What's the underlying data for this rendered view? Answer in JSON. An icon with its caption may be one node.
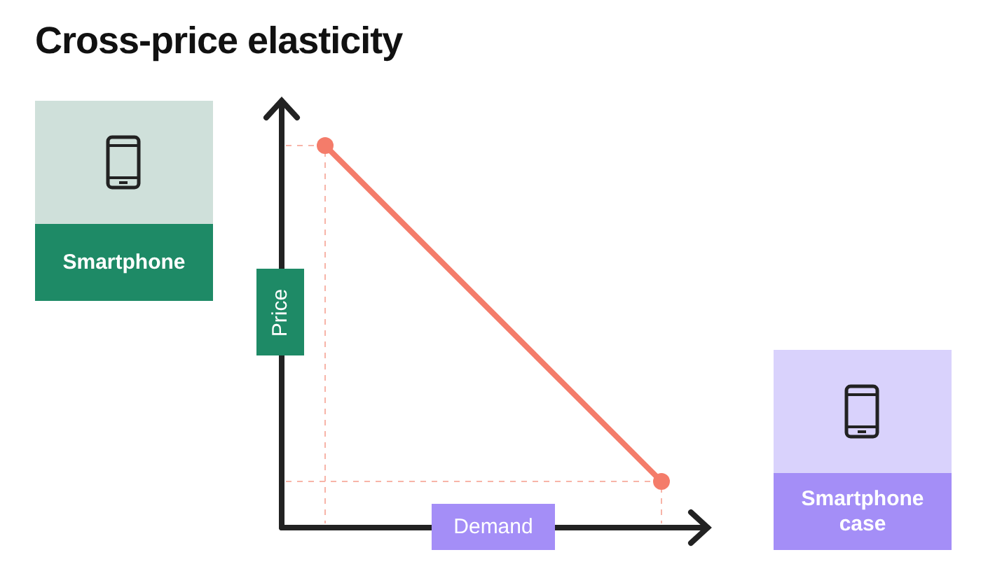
{
  "diagram": {
    "title": "Cross-price elasticity",
    "nodes": [
      {
        "text": [
          "Smartphone"
        ]
      },
      {
        "text": [
          "Smartphone case"
        ]
      }
    ],
    "labels": [
      "Price",
      "Demand"
    ]
  }
}
